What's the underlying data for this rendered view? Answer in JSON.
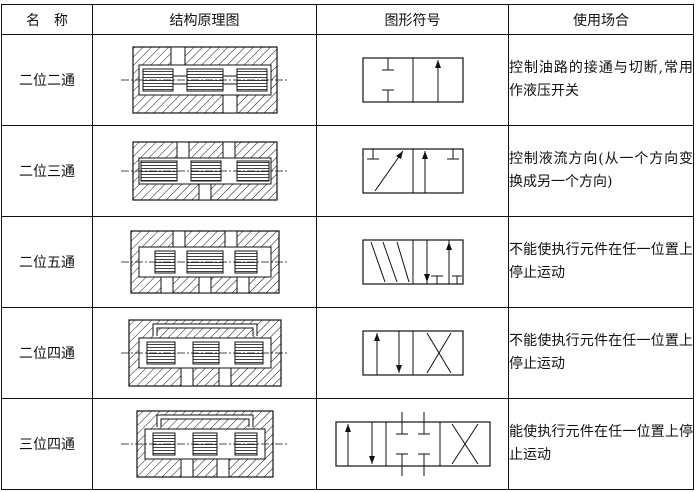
{
  "header": {
    "name": "名　称",
    "structure": "结构原理图",
    "symbol": "图形符号",
    "usage": "使用场合"
  },
  "rows": [
    {
      "name": "二位二通",
      "usage": "控制油路的接通与切断,常用作液压开关"
    },
    {
      "name": "二位三通",
      "usage": "控制液流方向(从一个方向变换成另一个方向)"
    },
    {
      "name": "二位五通",
      "usage": "不能使执行元件在任一位置上停止运动"
    },
    {
      "name": "二位四通",
      "usage": "不能使执行元件在任一位置上停止运动"
    },
    {
      "name": "三位四通",
      "usage": "能使执行元件在任一位置上停止运动"
    }
  ]
}
